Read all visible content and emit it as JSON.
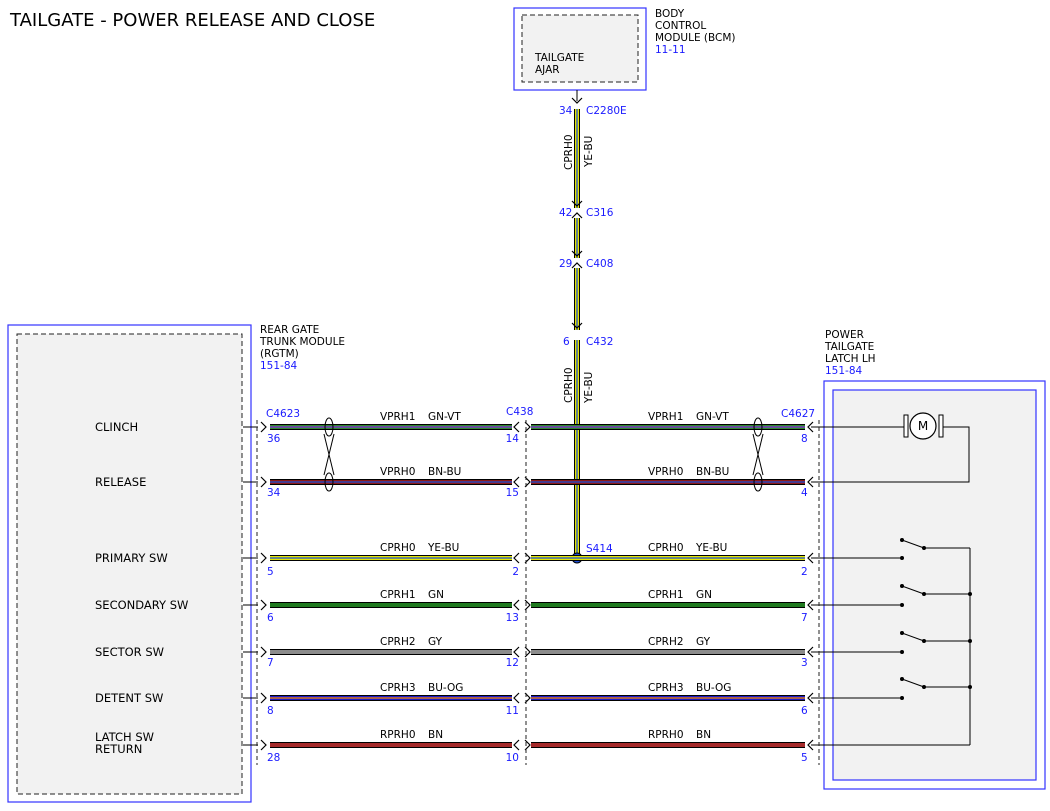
{
  "title": "TAILGATE - POWER RELEASE AND CLOSE",
  "bcm": {
    "name_lines": [
      "BODY",
      "CONTROL",
      "MODULE (BCM)"
    ],
    "ref": "11-11",
    "inner_lines": [
      "TAILGATE",
      "AJAR"
    ]
  },
  "rgtm": {
    "name_lines": [
      "REAR GATE",
      "TRUNK MODULE",
      "(RGTM)"
    ],
    "ref": "151-84"
  },
  "latch": {
    "name_lines": [
      "POWER",
      "TAILGATE",
      "LATCH LH"
    ],
    "ref": "151-84",
    "motor_label": "M"
  },
  "vertical": {
    "connectors": [
      {
        "pin": "34",
        "name": "C2280E"
      },
      {
        "pin": "42",
        "name": "C316"
      },
      {
        "pin": "29",
        "name": "C408"
      },
      {
        "pin": "6",
        "name": "C432"
      }
    ],
    "upper_circuit": "CPRH0",
    "upper_color": "YE-BU",
    "lower_circuit": "CPRH0",
    "lower_color": "YE-BU",
    "splice": "S414"
  },
  "connectors": {
    "left": "C4623",
    "mid": "C438",
    "right": "C4627"
  },
  "rows": [
    {
      "signal_lines": [
        "CLINCH"
      ],
      "circuit": "VPRH1",
      "color_code": "GN-VT",
      "left_pin": "36",
      "mid_pin": "14",
      "right_pin": "8",
      "stripe_primary": "#2e8b2e",
      "stripe_secondary": "#8a2be2"
    },
    {
      "signal_lines": [
        "RELEASE"
      ],
      "circuit": "VPRH0",
      "color_code": "BN-BU",
      "left_pin": "34",
      "mid_pin": "15",
      "right_pin": "4",
      "stripe_primary": "#8b1a1a",
      "stripe_secondary": "#1e4fd8"
    },
    {
      "signal_lines": [
        "PRIMARY SW"
      ],
      "circuit": "CPRH0",
      "color_code": "YE-BU",
      "left_pin": "5",
      "mid_pin": "2",
      "right_pin": "2",
      "stripe_primary": "#e6e600",
      "stripe_secondary": "#1e4fd8"
    },
    {
      "signal_lines": [
        "SECONDARY SW"
      ],
      "circuit": "CPRH1",
      "color_code": "GN",
      "left_pin": "6",
      "mid_pin": "13",
      "right_pin": "7",
      "stripe_primary": "#1f7a1f",
      "stripe_secondary": ""
    },
    {
      "signal_lines": [
        "SECTOR SW"
      ],
      "circuit": "CPRH2",
      "color_code": "GY",
      "left_pin": "7",
      "mid_pin": "12",
      "right_pin": "3",
      "stripe_primary": "#8c8c8c",
      "stripe_secondary": ""
    },
    {
      "signal_lines": [
        "DETENT SW"
      ],
      "circuit": "CPRH3",
      "color_code": "BU-OG",
      "left_pin": "8",
      "mid_pin": "11",
      "right_pin": "6",
      "stripe_primary": "#1a1acc",
      "stripe_secondary": "#ff8c00"
    },
    {
      "signal_lines": [
        "LATCH SW",
        "RETURN"
      ],
      "circuit": "RPRH0",
      "color_code": "BN",
      "left_pin": "28",
      "mid_pin": "10",
      "right_pin": "5",
      "stripe_primary": "#a52a2a",
      "stripe_secondary": ""
    }
  ]
}
